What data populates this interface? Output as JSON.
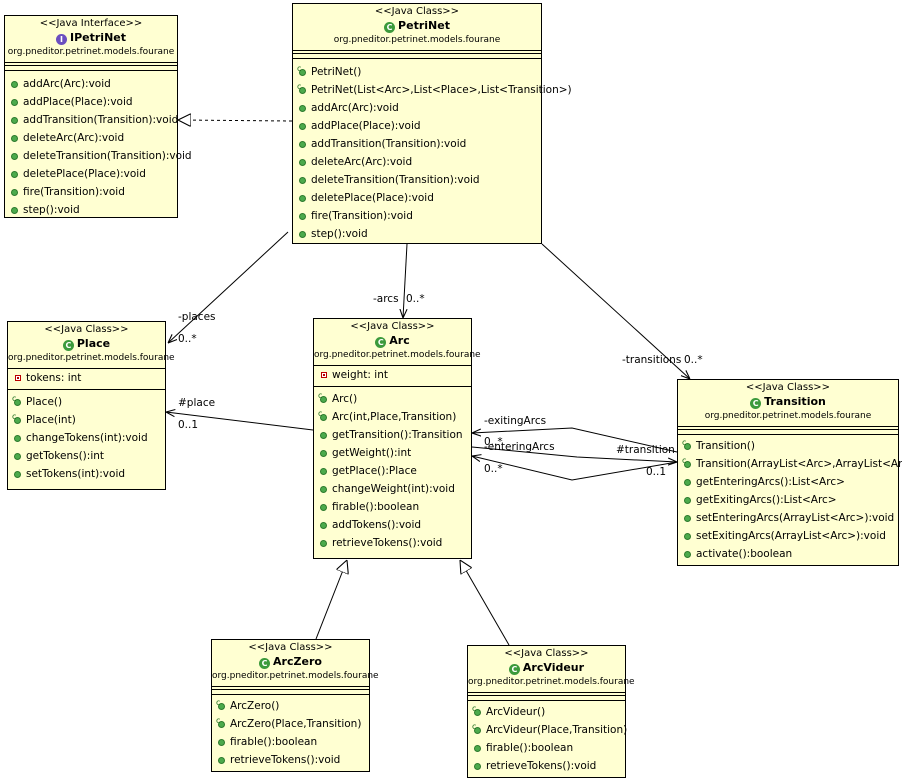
{
  "classes": {
    "ipetrinet": {
      "stereotype": "<<Java Interface>>",
      "name": "IPetriNet",
      "package": "org.pneditor.petrinet.models.fourane",
      "fields": [],
      "methods": [
        "addArc(Arc):void",
        "addPlace(Place):void",
        "addTransition(Transition):void",
        "deleteArc(Arc):void",
        "deleteTransition(Transition):void",
        "deletePlace(Place):void",
        "fire(Transition):void",
        "step():void"
      ]
    },
    "petrinet": {
      "stereotype": "<<Java Class>>",
      "name": "PetriNet",
      "package": "org.pneditor.petrinet.models.fourane",
      "fields": [],
      "constructors": [
        "PetriNet()",
        "PetriNet(List<Arc>,List<Place>,List<Transition>)"
      ],
      "methods": [
        "addArc(Arc):void",
        "addPlace(Place):void",
        "addTransition(Transition):void",
        "deleteArc(Arc):void",
        "deleteTransition(Transition):void",
        "deletePlace(Place):void",
        "fire(Transition):void",
        "step():void"
      ]
    },
    "place": {
      "stereotype": "<<Java Class>>",
      "name": "Place",
      "package": "org.pneditor.petrinet.models.fourane",
      "fields": [
        "tokens: int"
      ],
      "constructors": [
        "Place()",
        "Place(int)"
      ],
      "methods": [
        "changeTokens(int):void",
        "getTokens():int",
        "setTokens(int):void"
      ]
    },
    "arc": {
      "stereotype": "<<Java Class>>",
      "name": "Arc",
      "package": "org.pneditor.petrinet.models.fourane",
      "fields": [
        "weight: int"
      ],
      "constructors": [
        "Arc()",
        "Arc(int,Place,Transition)"
      ],
      "methods": [
        "getTransition():Transition",
        "getWeight():int",
        "getPlace():Place",
        "changeWeight(int):void",
        "firable():boolean",
        "addTokens():void",
        "retrieveTokens():void"
      ]
    },
    "transition": {
      "stereotype": "<<Java Class>>",
      "name": "Transition",
      "package": "org.pneditor.petrinet.models.fourane",
      "fields": [],
      "constructors": [
        "Transition()",
        "Transition(ArrayList<Arc>,ArrayList<Arc>)"
      ],
      "methods": [
        "getEnteringArcs():List<Arc>",
        "getExitingArcs():List<Arc>",
        "setEnteringArcs(ArrayList<Arc>):void",
        "setExitingArcs(ArrayList<Arc>):void",
        "activate():boolean"
      ]
    },
    "arczero": {
      "stereotype": "<<Java Class>>",
      "name": "ArcZero",
      "package": "org.pneditor.petrinet.models.fourane",
      "fields": [],
      "constructors": [
        "ArcZero()",
        "ArcZero(Place,Transition)"
      ],
      "methods": [
        "firable():boolean",
        "retrieveTokens():void"
      ]
    },
    "arcvideur": {
      "stereotype": "<<Java Class>>",
      "name": "ArcVideur",
      "package": "org.pneditor.petrinet.models.fourane",
      "fields": [],
      "constructors": [
        "ArcVideur()",
        "ArcVideur(Place,Transition)"
      ],
      "methods": [
        "firable():boolean",
        "retrieveTokens():void"
      ]
    }
  },
  "labels": {
    "places_role": "-places",
    "places_mult": "0..*",
    "arcs_role": "-arcs",
    "arcs_mult": "0..*",
    "transitions_role": "-transitions",
    "transitions_mult": "0..*",
    "place_role": "#place",
    "place_mult": "0..1",
    "exiting_role": "-exitingArcs",
    "exiting_mult": "0..*",
    "entering_role": "-enteringArcs",
    "entering_mult": "0..*",
    "transition_role": "#transition",
    "transition_mult": "0..1"
  },
  "icons": {
    "class": "class-icon",
    "interface": "interface-icon",
    "method": "public-method-icon",
    "constructor": "constructor-icon",
    "field": "private-field-icon"
  }
}
